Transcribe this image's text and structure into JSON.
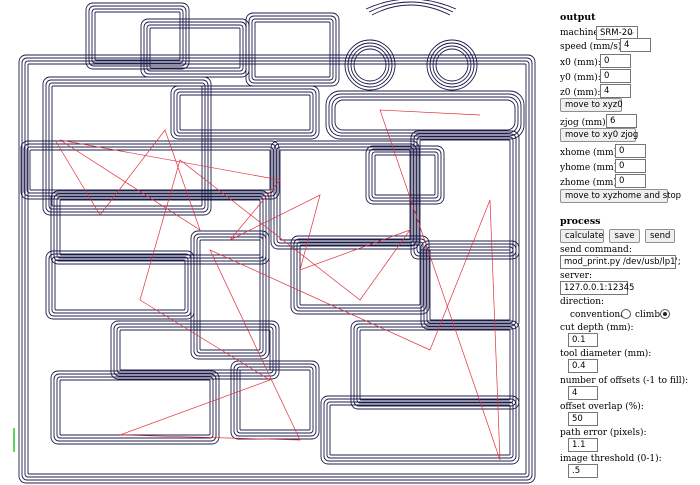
{
  "output": {
    "title": "output",
    "machine_label": "machine",
    "machine_value": "SRM-20",
    "speed_label": "speed (mm/s):",
    "speed_value": "4",
    "x0_label": "x0 (mm):",
    "x0_value": "0",
    "y0_label": "y0 (mm):",
    "y0_value": "0",
    "z0_label": "z0 (mm):",
    "z0_value": "4",
    "move_xyz0": "move to xyz0",
    "zjog_label": "zjog (mm):",
    "zjog_value": "6",
    "move_xy0zjog": "move to xy0 zjog",
    "xhome_label": "xhome (mm):",
    "xhome_value": "0",
    "yhome_label": "yhome (mm):",
    "yhome_value": "0",
    "zhome_label": "zhome (mm):",
    "zhome_value": "0",
    "move_xyzhome": "move to xyzhome and stop"
  },
  "process": {
    "title": "process",
    "calculate": "calculate",
    "save": "save",
    "send": "send",
    "send_command_label": "send command:",
    "send_command_value": "mod_print.py /dev/usb/lp1';",
    "server_label": "server:",
    "server_value": "127.0.0.1:12345",
    "direction_label": "direction:",
    "conventional_label": "conventional",
    "climb_label": "climb",
    "direction_selected": "climb",
    "cut_depth_label": "cut depth (mm):",
    "cut_depth_value": "0.1",
    "tool_diameter_label": "tool diameter (mm):",
    "tool_diameter_value": "0.4",
    "offsets_label": "number of offsets (-1 to fill):",
    "offsets_value": "4",
    "overlap_label": "offset overlap (%):",
    "overlap_value": "50",
    "path_error_label": "path error (pixels):",
    "path_error_value": "1.1",
    "threshold_label": "image threshold (0-1):",
    "threshold_value": ".5"
  },
  "colors": {
    "toolpath": "#1c1c4a",
    "travel": "#e0303c",
    "marker": "#5fd35f"
  }
}
